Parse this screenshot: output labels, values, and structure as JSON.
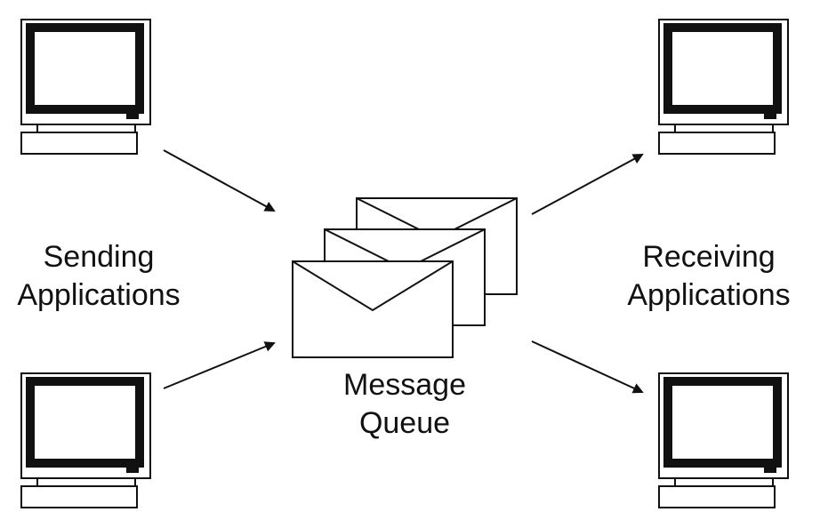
{
  "diagram": {
    "sending_label": {
      "line1": "Sending",
      "line2": "Applications"
    },
    "receiving_label": {
      "line1": "Receiving",
      "line2": "Applications"
    },
    "queue_label": {
      "line1": "Message",
      "line2": "Queue"
    }
  },
  "icons": {
    "computer": "computer-icon",
    "envelope": "envelope-icon",
    "arrow": "arrow"
  },
  "colors": {
    "stroke": "#111111",
    "background": "#ffffff"
  }
}
